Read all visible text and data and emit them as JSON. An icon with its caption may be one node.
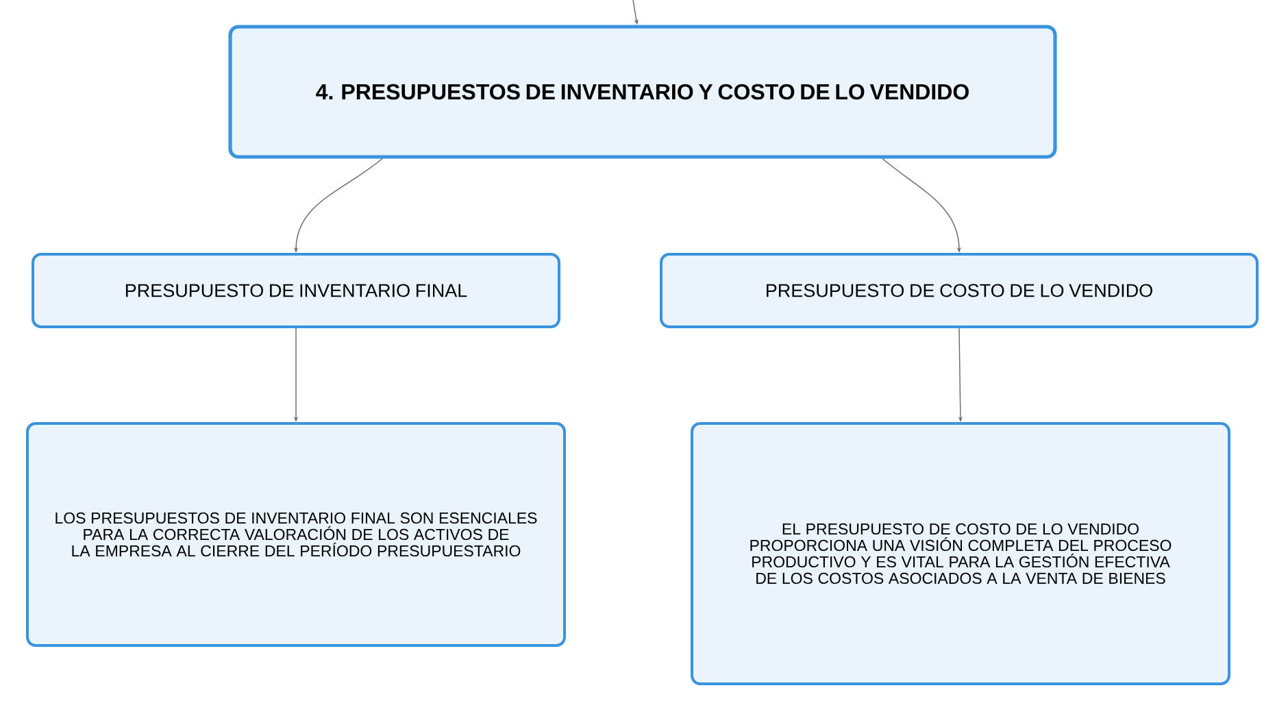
{
  "diagram": {
    "nodes": [
      {
        "text": [
          "4. PRESUPUESTOS DE INVENTARIO Y COSTO DE LO VENDIDO"
        ]
      },
      {
        "text": [
          "PRESUPUESTO DE INVENTARIO FINAL"
        ]
      },
      {
        "text": [
          "PRESUPUESTO DE COSTO DE LO VENDIDO"
        ]
      },
      {
        "text": [
          "LOS PRESUPUESTOS DE INVENTARIO FINAL SON ESENCIALES PARA LA CORRECTA VALORACIÓN DE LOS ACTIVOS DE LA EMPRESA AL CIERRE DEL PERÍODO PRESUPUESTARIO"
        ]
      },
      {
        "text": [
          "EL PRESUPUESTO DE COSTO DE LO VENDIDO PROPORCIONA UNA VISIÓN COMPLETA DEL PROCESO PRODUCTIVO Y ES VITAL PARA LA GESTIÓN EFECTIVA DE LOS COSTOS ASOCIADOS A LA VENTA DE BIENES"
        ]
      }
    ],
    "edges": [
      {
        "from": null,
        "to": 0,
        "arrow": "to"
      },
      {
        "from": 0,
        "to": 1,
        "arrow": "to"
      },
      {
        "from": 0,
        "to": 2,
        "arrow": "to"
      },
      {
        "from": 1,
        "to": 3,
        "arrow": "to"
      },
      {
        "from": 2,
        "to": 4,
        "arrow": "to"
      }
    ]
  }
}
